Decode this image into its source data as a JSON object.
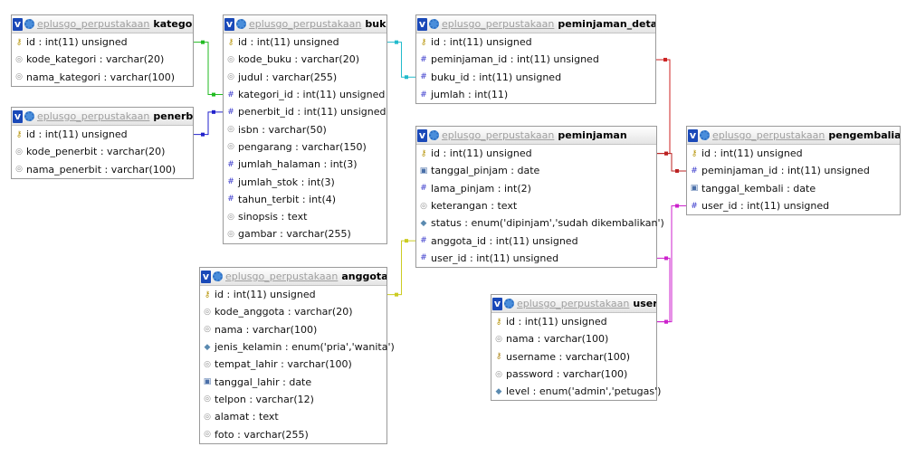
{
  "tables": [
    {
      "key": "kategori",
      "db": "eplusgo_perpustakaan",
      "name": "kategori",
      "columns": [
        {
          "icon": "key-icon",
          "text": "id : int(11) unsigned"
        },
        {
          "icon": "text-icon",
          "text": "kode_kategori : varchar(20)"
        },
        {
          "icon": "text-icon",
          "text": "nama_kategori : varchar(100)"
        }
      ]
    },
    {
      "key": "penerbit",
      "db": "eplusgo_perpustakaan",
      "name": "penerbit",
      "columns": [
        {
          "icon": "key-icon",
          "text": "id : int(11) unsigned"
        },
        {
          "icon": "text-icon",
          "text": "kode_penerbit : varchar(20)"
        },
        {
          "icon": "text-icon",
          "text": "nama_penerbit : varchar(100)"
        }
      ]
    },
    {
      "key": "buku",
      "db": "eplusgo_perpustakaan",
      "name": "buku",
      "columns": [
        {
          "icon": "key-icon",
          "text": "id : int(11) unsigned"
        },
        {
          "icon": "text-icon",
          "text": "kode_buku : varchar(20)"
        },
        {
          "icon": "text-icon",
          "text": "judul : varchar(255)"
        },
        {
          "icon": "hash-icon",
          "text": "kategori_id : int(11) unsigned"
        },
        {
          "icon": "hash-icon",
          "text": "penerbit_id : int(11) unsigned"
        },
        {
          "icon": "text-icon",
          "text": "isbn : varchar(50)"
        },
        {
          "icon": "text-icon",
          "text": "pengarang : varchar(150)"
        },
        {
          "icon": "hash-icon",
          "text": "jumlah_halaman : int(3)"
        },
        {
          "icon": "hash-icon",
          "text": "jumlah_stok : int(3)"
        },
        {
          "icon": "hash-icon",
          "text": "tahun_terbit : int(4)"
        },
        {
          "icon": "text-icon",
          "text": "sinopsis : text"
        },
        {
          "icon": "text-icon",
          "text": "gambar : varchar(255)"
        }
      ]
    },
    {
      "key": "peminjaman_detail",
      "db": "eplusgo_perpustakaan",
      "name": "peminjaman_detail",
      "columns": [
        {
          "icon": "key-icon",
          "text": "id : int(11) unsigned"
        },
        {
          "icon": "hash-icon",
          "text": "peminjaman_id : int(11) unsigned"
        },
        {
          "icon": "hash-icon",
          "text": "buku_id : int(11) unsigned"
        },
        {
          "icon": "hash-icon",
          "text": "jumlah : int(11)"
        }
      ]
    },
    {
      "key": "peminjaman",
      "db": "eplusgo_perpustakaan",
      "name": "peminjaman",
      "columns": [
        {
          "icon": "key-icon",
          "text": "id : int(11) unsigned"
        },
        {
          "icon": "date-icon",
          "text": "tanggal_pinjam : date"
        },
        {
          "icon": "hash-icon",
          "text": "lama_pinjam : int(2)"
        },
        {
          "icon": "text-icon",
          "text": "keterangan : text"
        },
        {
          "icon": "enum-icon",
          "text": "status : enum('dipinjam','sudah dikembalikan')"
        },
        {
          "icon": "hash-icon",
          "text": "anggota_id : int(11) unsigned"
        },
        {
          "icon": "hash-icon",
          "text": "user_id : int(11) unsigned"
        }
      ]
    },
    {
      "key": "pengembalian",
      "db": "eplusgo_perpustakaan",
      "name": "pengembalian",
      "columns": [
        {
          "icon": "key-icon",
          "text": "id : int(11) unsigned"
        },
        {
          "icon": "hash-icon",
          "text": "peminjaman_id : int(11) unsigned"
        },
        {
          "icon": "date-icon",
          "text": "tanggal_kembali : date"
        },
        {
          "icon": "hash-icon",
          "text": "user_id : int(11) unsigned"
        }
      ]
    },
    {
      "key": "anggota",
      "db": "eplusgo_perpustakaan",
      "name": "anggota",
      "columns": [
        {
          "icon": "key-icon",
          "text": "id : int(11) unsigned"
        },
        {
          "icon": "text-icon",
          "text": "kode_anggota : varchar(20)"
        },
        {
          "icon": "text-icon",
          "text": "nama : varchar(100)"
        },
        {
          "icon": "enum-icon",
          "text": "jenis_kelamin : enum('pria','wanita')"
        },
        {
          "icon": "text-icon",
          "text": "tempat_lahir : varchar(100)"
        },
        {
          "icon": "date-icon",
          "text": "tanggal_lahir : date"
        },
        {
          "icon": "text-icon",
          "text": "telpon : varchar(12)"
        },
        {
          "icon": "text-icon",
          "text": "alamat : text"
        },
        {
          "icon": "text-icon",
          "text": "foto : varchar(255)"
        }
      ]
    },
    {
      "key": "user",
      "db": "eplusgo_perpustakaan",
      "name": "user",
      "columns": [
        {
          "icon": "key-icon",
          "text": "id : int(11) unsigned"
        },
        {
          "icon": "text-icon",
          "text": "nama : varchar(100)"
        },
        {
          "icon": "pass-icon",
          "text": "username : varchar(100)"
        },
        {
          "icon": "text-icon",
          "text": "password : varchar(100)"
        },
        {
          "icon": "enum-icon",
          "text": "level : enum('admin','petugas')"
        }
      ]
    }
  ],
  "toggle_label": "v",
  "relations": [
    {
      "from": "buku.kategori_id",
      "to": "kategori.id",
      "color": "#22bb22"
    },
    {
      "from": "buku.penerbit_id",
      "to": "penerbit.id",
      "color": "#2222cc"
    },
    {
      "from": "peminjaman_detail.buku_id",
      "to": "buku.id",
      "color": "#22bbcc"
    },
    {
      "from": "peminjaman_detail.peminjaman_id",
      "to": "peminjaman.id",
      "color": "#cc2222"
    },
    {
      "from": "pengembalian.peminjaman_id",
      "to": "peminjaman.id",
      "color": "#bb2222"
    },
    {
      "from": "peminjaman.anggota_id",
      "to": "anggota.id",
      "color": "#cccc22"
    },
    {
      "from": "peminjaman.user_id",
      "to": "user.id",
      "color": "#cc22cc"
    },
    {
      "from": "pengembalian.user_id",
      "to": "user.id",
      "color": "#cc22cc"
    }
  ]
}
